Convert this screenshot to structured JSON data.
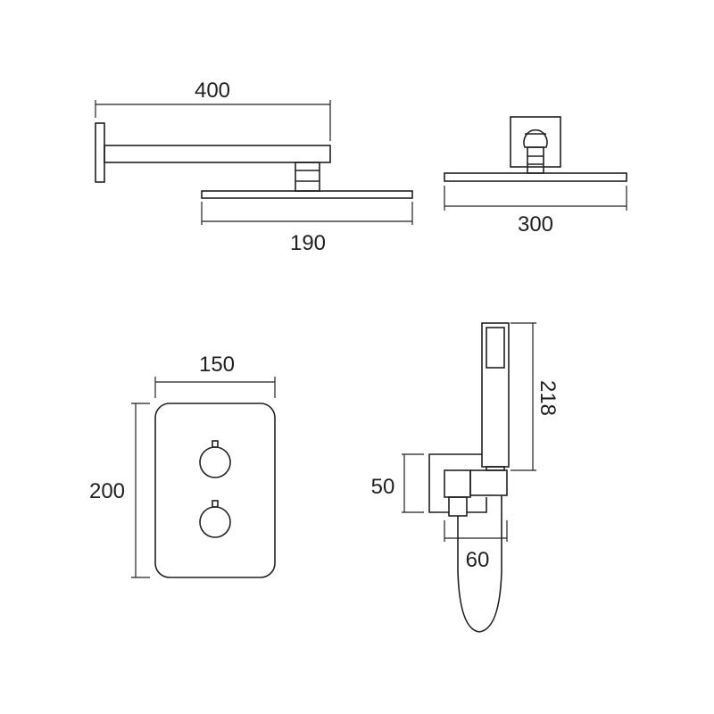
{
  "dimensions": {
    "arm_length": "400",
    "head_depth": "190",
    "head_width": "300",
    "valve_width": "150",
    "valve_height": "200",
    "handshower_length": "218",
    "holder_height": "50",
    "holder_width": "60"
  },
  "colors": {
    "line": "#231f20",
    "background": "#ffffff"
  }
}
